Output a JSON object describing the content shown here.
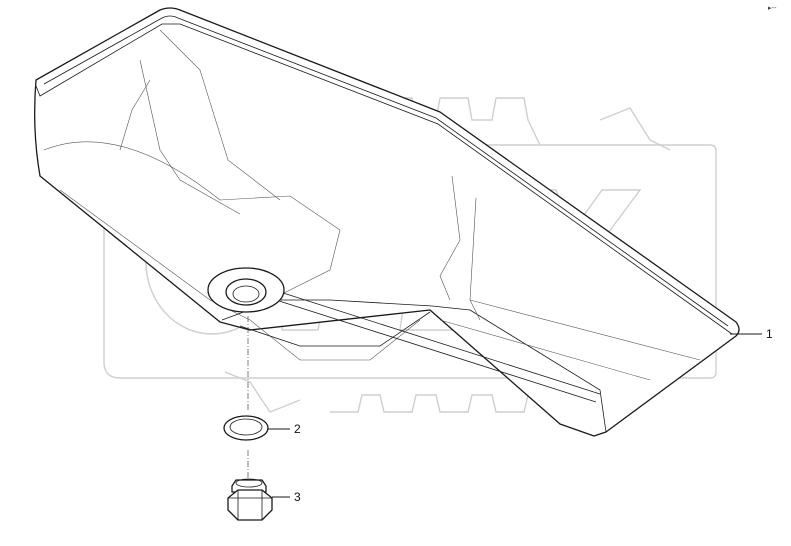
{
  "corner_mark": "▸‑‑",
  "watermark": {
    "text": "OPEX",
    "style": "gear-outline-logo"
  },
  "parts": [
    {
      "id": "oil-pan",
      "callout": "1"
    },
    {
      "id": "seal-ring",
      "callout": "2"
    },
    {
      "id": "drain-plug",
      "callout": "3"
    }
  ]
}
